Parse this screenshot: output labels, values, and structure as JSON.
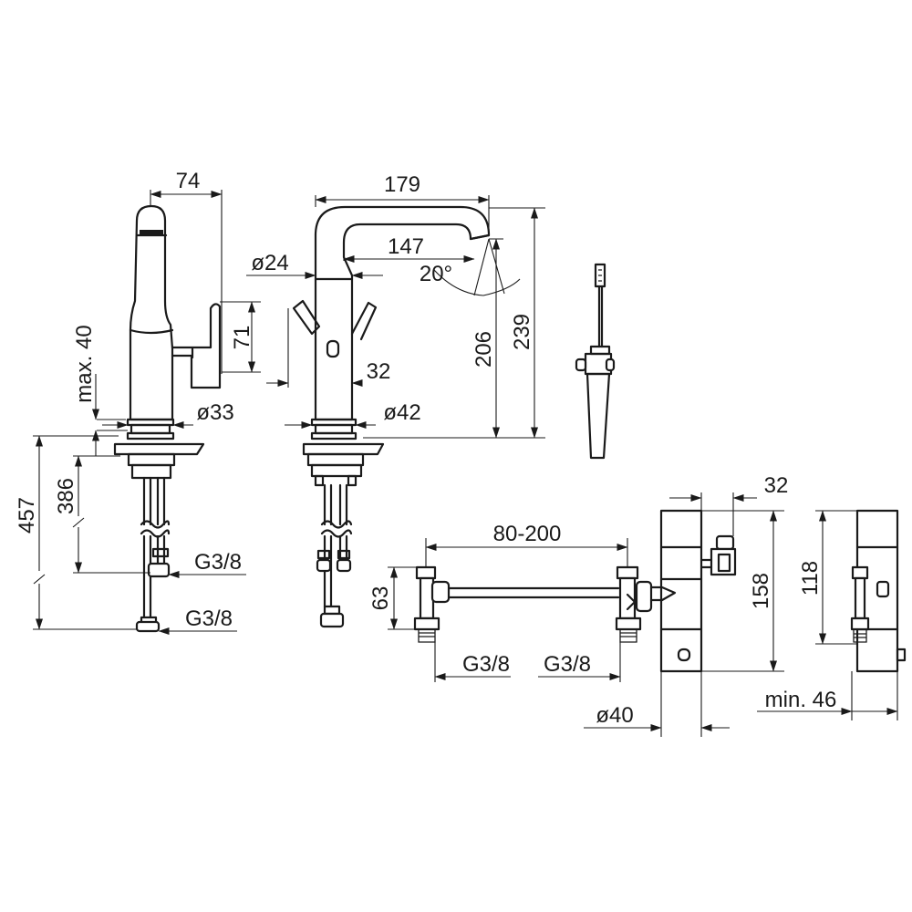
{
  "labels": {
    "d74": "74",
    "d179": "179",
    "d147": "147",
    "d20deg": "20°",
    "d24": "ø24",
    "d71": "71",
    "dmax40": "max. 40",
    "d33": "ø33",
    "d32_top": "32",
    "d42": "ø42",
    "d206": "206",
    "d239": "239",
    "d386": "386",
    "d457": "457",
    "g38_left_upper": "G3/8",
    "g38_left_lower": "G3/8",
    "d80_200": "80-200",
    "d63": "63",
    "g38_mid_left": "G3/8",
    "g38_mid_right": "G3/8",
    "d32_box": "32",
    "d158": "158",
    "d118": "118",
    "d40": "ø40",
    "dmin46": "min. 46"
  }
}
